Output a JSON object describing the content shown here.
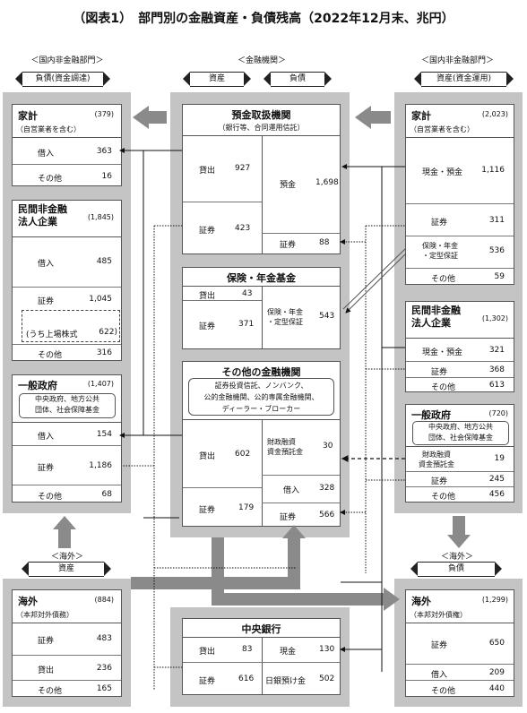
{
  "title": "（図表1）　部門別の金融資産・負債残高（2022年12月末、兆円）",
  "sections": {
    "left": "＜国内非金融部門＞",
    "center": "＜金融機関＞",
    "right": "＜国内非金融部門＞",
    "overseas_left": "＜海外＞",
    "overseas_right": "＜海外＞"
  },
  "ribbons": {
    "left": "負債(資金調達)",
    "center_assets": "資産",
    "center_liabilities": "負債",
    "right": "資産(資金運用)",
    "overseas_left": "資産",
    "overseas_right": "負債"
  },
  "left": {
    "household": {
      "name": "家計",
      "total": "(379)",
      "note": "（自営業者を含む）",
      "rows": [
        {
          "label": "借入",
          "value": "363"
        },
        {
          "label": "その他",
          "value": "16"
        }
      ]
    },
    "corp": {
      "name": "民間非金融\n法人企業",
      "total": "(1,845)",
      "rows": [
        {
          "label": "借入",
          "value": "485"
        },
        {
          "label": "証券",
          "value": "1,045"
        },
        {
          "label": "(うち上場株式",
          "value": "622)"
        },
        {
          "label": "その他",
          "value": "316"
        }
      ]
    },
    "gov": {
      "name": "一般政府",
      "total": "(1,407)",
      "note": "中央政府、地方公共\n団体、社会保障基金",
      "rows": [
        {
          "label": "借入",
          "value": "154"
        },
        {
          "label": "証券",
          "value": "1,186"
        },
        {
          "label": "その他",
          "value": "68"
        }
      ]
    }
  },
  "center": {
    "deposit": {
      "name": "預金取扱機関",
      "note": "（銀行等、合同運用信託）",
      "assets": [
        {
          "label": "貸出",
          "value": "927"
        },
        {
          "label": "証券",
          "value": "423"
        }
      ],
      "liabilities": [
        {
          "label": "預金",
          "value": "1,698"
        },
        {
          "label": "証券",
          "value": "88"
        }
      ]
    },
    "insurance": {
      "name": "保険・年金基金",
      "assets": [
        {
          "label": "貸出",
          "value": "43"
        },
        {
          "label": "証券",
          "value": "371"
        }
      ],
      "liabilities": [
        {
          "label": "保険・年金\n・定型保証",
          "value": "543"
        }
      ]
    },
    "other": {
      "name": "その他の金融機関",
      "note": "証券投資信託、ノンバンク、\n公的金融機関、公的専属金融機関、\nディーラー・ブローカー",
      "assets": [
        {
          "label": "貸出",
          "value": "602"
        },
        {
          "label": "証券",
          "value": "179"
        }
      ],
      "liabilities": [
        {
          "label": "財政融資\n資金預託金",
          "value": "30"
        },
        {
          "label": "借入",
          "value": "328"
        },
        {
          "label": "証券",
          "value": "566"
        }
      ]
    },
    "boj": {
      "name": "中央銀行",
      "assets": [
        {
          "label": "貸出",
          "value": "83"
        },
        {
          "label": "証券",
          "value": "616"
        }
      ],
      "liabilities": [
        {
          "label": "現金",
          "value": "130"
        },
        {
          "label": "日銀預け金",
          "value": "502"
        }
      ]
    }
  },
  "right": {
    "household": {
      "name": "家計",
      "total": "(2,023)",
      "note": "（自営業者を含む）",
      "rows": [
        {
          "label": "現金・預金",
          "value": "1,116"
        },
        {
          "label": "証券",
          "value": "311"
        },
        {
          "label": "保険・年金\n・定型保証",
          "value": "536"
        },
        {
          "label": "その他",
          "value": "59"
        }
      ]
    },
    "corp": {
      "name": "民間非金融\n法人企業",
      "total": "(1,302)",
      "rows": [
        {
          "label": "現金・預金",
          "value": "321"
        },
        {
          "label": "証券",
          "value": "368"
        },
        {
          "label": "その他",
          "value": "613"
        }
      ]
    },
    "gov": {
      "name": "一般政府",
      "total": "(720)",
      "note": "中央政府、地方公共\n団体、社会保障基金",
      "rows": [
        {
          "label": "財政融資\n資金預託金",
          "value": "19"
        },
        {
          "label": "証券",
          "value": "245"
        },
        {
          "label": "その他",
          "value": "456"
        }
      ]
    }
  },
  "overseas_assets": {
    "name": "海外",
    "total": "(884)",
    "note": "（本邦対外債務）",
    "rows": [
      {
        "label": "証券",
        "value": "483"
      },
      {
        "label": "貸出",
        "value": "236"
      },
      {
        "label": "その他",
        "value": "165"
      }
    ]
  },
  "overseas_liabilities": {
    "name": "海外",
    "total": "(1,299)",
    "note": "（本邦対外債権）",
    "rows": [
      {
        "label": "証券",
        "value": "650"
      },
      {
        "label": "借入",
        "value": "209"
      },
      {
        "label": "その他",
        "value": "440"
      }
    ]
  }
}
